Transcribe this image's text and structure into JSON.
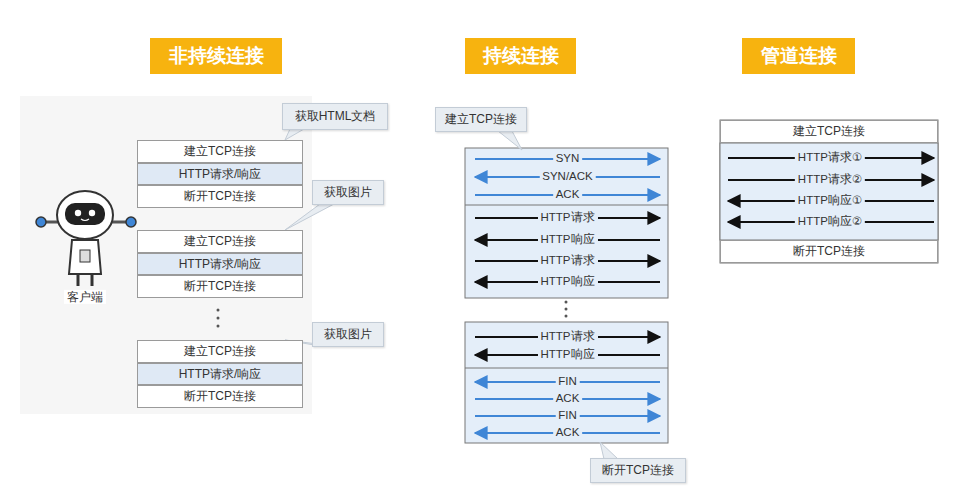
{
  "diagram": {
    "nodes": [
      {
        "text": [
          "非持续连接"
        ]
      },
      {
        "text": [
          "持续连接"
        ]
      },
      {
        "text": [
          "管道连接"
        ]
      },
      {
        "text": [
          "获取HTML文档"
        ]
      },
      {
        "text": [
          "建立TCP连接"
        ]
      },
      {
        "text": [
          "HTTP请求/响应"
        ]
      },
      {
        "text": [
          "断开TCP连接"
        ]
      },
      {
        "text": [
          "获取图片"
        ]
      },
      {
        "text": [
          "建立TCP连接"
        ]
      },
      {
        "text": [
          "HTTP请求/响应"
        ]
      },
      {
        "text": [
          "断开TCP连接"
        ]
      },
      {
        "text": [
          "获取图片"
        ]
      },
      {
        "text": [
          "建立TCP连接"
        ]
      },
      {
        "text": [
          "HTTP请求/响应"
        ]
      },
      {
        "text": [
          "断开TCP连接"
        ]
      },
      {
        "text": [
          "建立TCP连接"
        ]
      },
      {
        "text": [
          "断开TCP连接"
        ]
      },
      {
        "text": [
          "建立TCP连接"
        ]
      },
      {
        "text": [
          "断开TCP连接"
        ]
      }
    ],
    "edges": [
      {
        "from": 3,
        "to": 4,
        "arrow": "none"
      },
      {
        "from": 7,
        "to": 8,
        "arrow": "none"
      },
      {
        "from": 11,
        "to": 12,
        "arrow": "none"
      }
    ],
    "labels": [
      "客户端",
      "SYN",
      "SYN/ACK",
      "ACK",
      "HTTP请求",
      "HTTP响应",
      "HTTP请求",
      "HTTP响应",
      "HTTP请求",
      "HTTP响应",
      "FIN",
      "ACK",
      "FIN",
      "ACK",
      "HTTP请求①",
      "HTTP请求②",
      "HTTP响应①",
      "HTTP响应②"
    ]
  }
}
